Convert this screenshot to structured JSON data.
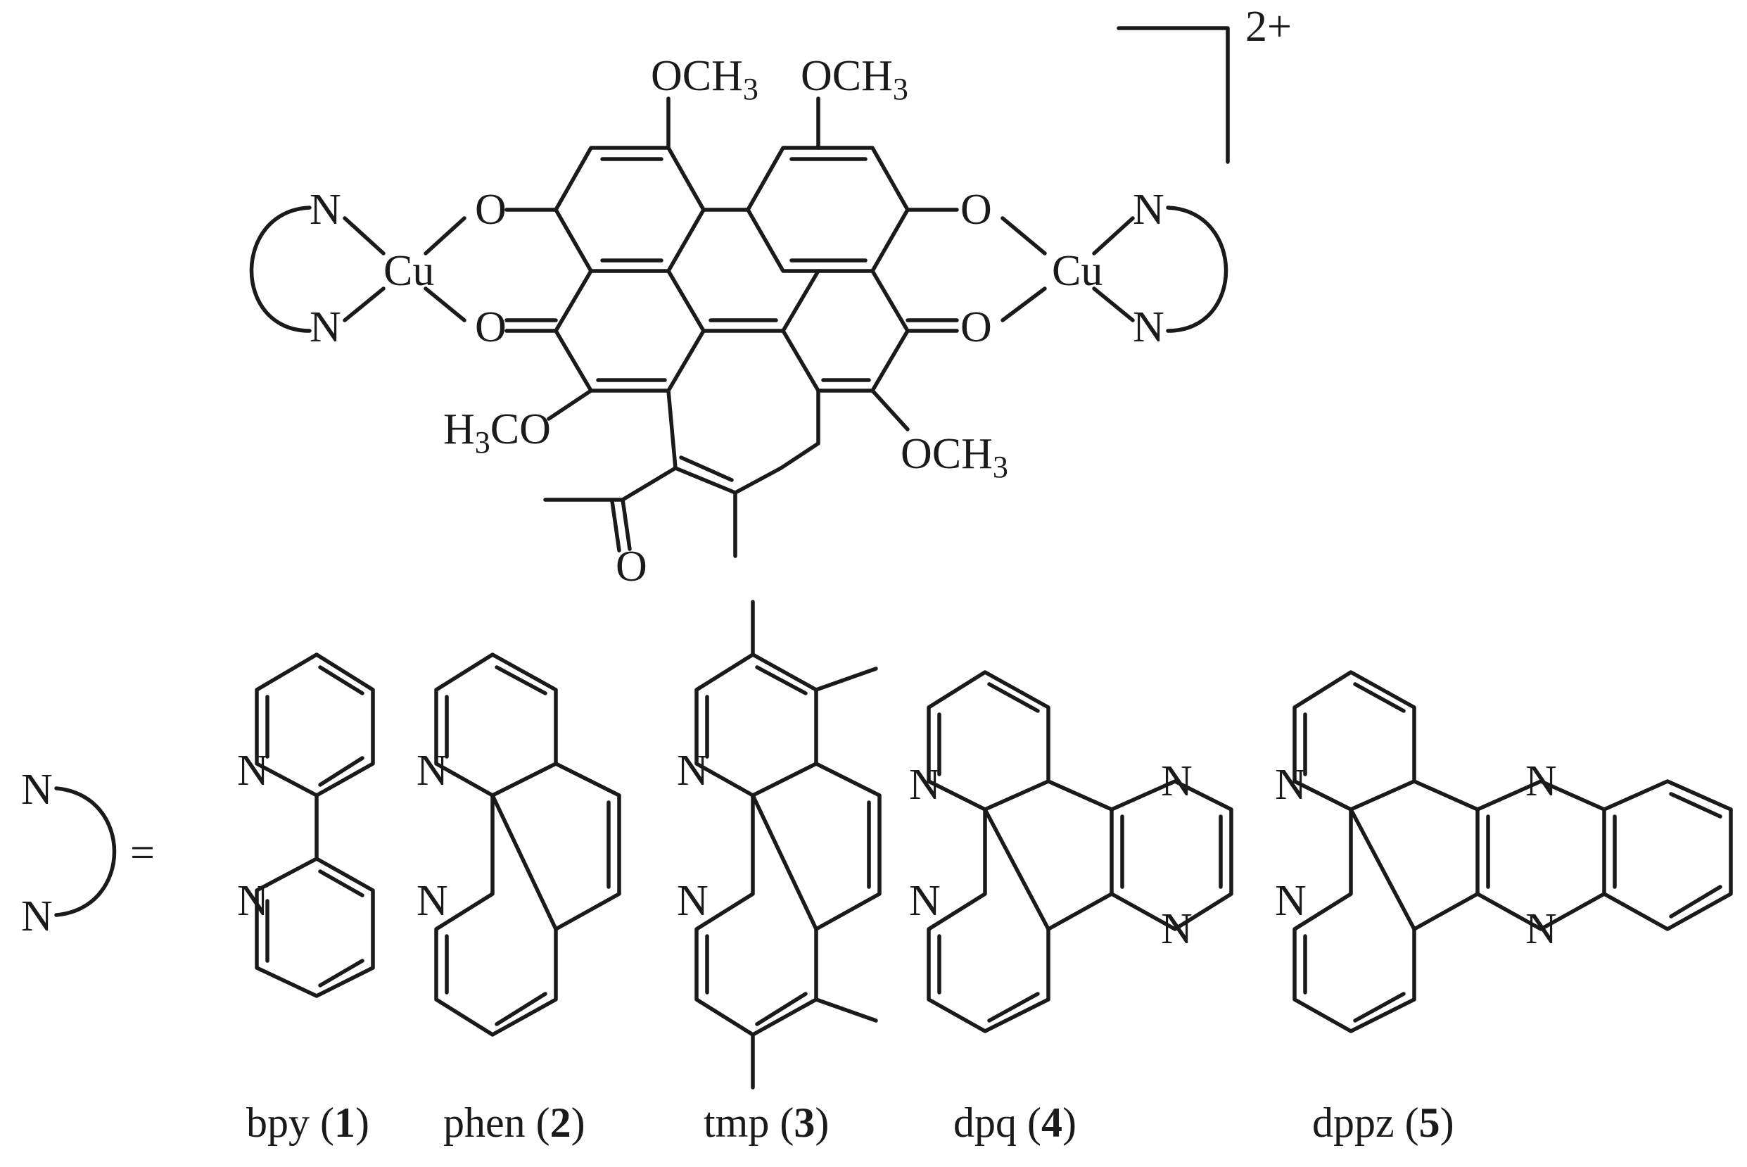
{
  "figure": {
    "charge": "2+",
    "complex": {
      "top_left_substituent": "OCH3",
      "top_right_substituent": "OCH3",
      "left_phenolate_o": "O",
      "left_carbonyl_o": "O",
      "right_phenolate_o": "O",
      "right_carbonyl_o": "O",
      "left_metal": "Cu",
      "right_metal": "Cu",
      "left_n_top": "N",
      "left_n_bottom": "N",
      "right_n_top": "N",
      "right_n_bottom": "N",
      "lower_left_substituent": "H3CO",
      "lower_right_substituent": "OCH3",
      "acetyl_o": "O"
    },
    "legend": {
      "n_top": "N",
      "n_bottom": "N",
      "equals": "="
    },
    "ligands": [
      {
        "abbr": "bpy",
        "number": "1",
        "atoms": [
          "N",
          "N"
        ]
      },
      {
        "abbr": "phen",
        "number": "2",
        "atoms": [
          "N",
          "N"
        ]
      },
      {
        "abbr": "tmp",
        "number": "3",
        "atoms": [
          "N",
          "N"
        ]
      },
      {
        "abbr": "dpq",
        "number": "4",
        "atoms": [
          "N",
          "N",
          "N",
          "N"
        ]
      },
      {
        "abbr": "dppz",
        "number": "5",
        "atoms": [
          "N",
          "N",
          "N",
          "N"
        ]
      }
    ]
  }
}
